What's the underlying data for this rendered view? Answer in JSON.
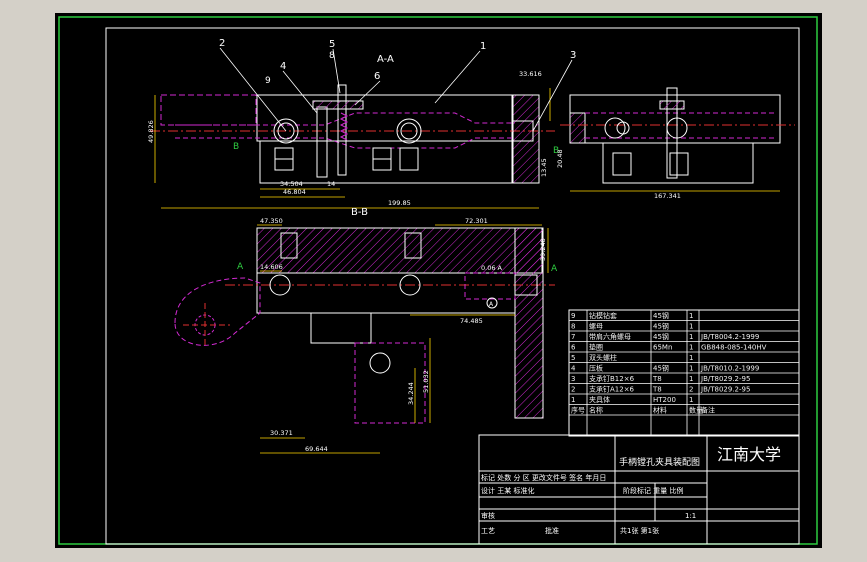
{
  "balloons": [
    "2",
    "4",
    "5",
    "6",
    "1",
    "3",
    "8",
    "9"
  ],
  "section_labels": {
    "aa": "A-A",
    "bb": "B-B",
    "a_left": "A",
    "a_right": "A",
    "b_left": "B",
    "b_right": "B"
  },
  "dimensions": {
    "d_49_826": "49.826",
    "d_33_616": "33.616",
    "d_34_504": "34.504",
    "d_46_804": "46.804",
    "d_14": "14",
    "d_199_85": "199.85",
    "d_167_341": "167.341",
    "d_20_48": "20.48",
    "d_13_45": "13.45",
    "d_47_350": "47.350",
    "d_72_301": "72.301",
    "d_39_248": "39.248",
    "d_14_606": "14.606",
    "d_74_485": "74.485",
    "d_34_244": "34.244",
    "d_51_032": "51.032",
    "d_30_371": "30.371",
    "d_69_644": "69.644",
    "tol_box": "0.06 A"
  },
  "bom": [
    {
      "no": "9",
      "name": "钻模钻套",
      "material": "45钢",
      "qty": "1",
      "std": ""
    },
    {
      "no": "8",
      "name": "螺母",
      "material": "45钢",
      "qty": "1",
      "std": ""
    },
    {
      "no": "7",
      "name": "带肩六角螺母",
      "material": "45钢",
      "qty": "1",
      "std": "JB/T8004.2-1999"
    },
    {
      "no": "6",
      "name": "垫圈",
      "material": "65Mn",
      "qty": "1",
      "std": "GB848-085-140HV"
    },
    {
      "no": "5",
      "name": "双头螺柱",
      "material": "",
      "qty": "1",
      "std": ""
    },
    {
      "no": "4",
      "name": "压板",
      "material": "45钢",
      "qty": "1",
      "std": "JB/T8010.2-1999"
    },
    {
      "no": "3",
      "name": "支承钉B12×6",
      "material": "T8",
      "qty": "1",
      "std": "JB/T8029.2-95"
    },
    {
      "no": "2",
      "name": "支承钉A12×6",
      "material": "T8",
      "qty": "2",
      "std": "JB/T8029.2-95"
    },
    {
      "no": "1",
      "name": "夹具体",
      "material": "HT200",
      "qty": "1",
      "std": ""
    }
  ],
  "bom_header": {
    "no": "序号",
    "name": "名称",
    "material": "材料",
    "qty": "数量",
    "std": "备注"
  },
  "title_block": {
    "drawing_name": "手柄镗孔夹具装配图",
    "school": "江南大学",
    "row_marks": "标记 处数 分 区 更改文件号 签名 年月日",
    "design": "设计 王某 标准化",
    "stage": "阶段标记 重量 比例",
    "scale": "1:1",
    "review": "审核",
    "process": "工艺",
    "approve": "批准",
    "sheets": "共1张 第1张"
  }
}
